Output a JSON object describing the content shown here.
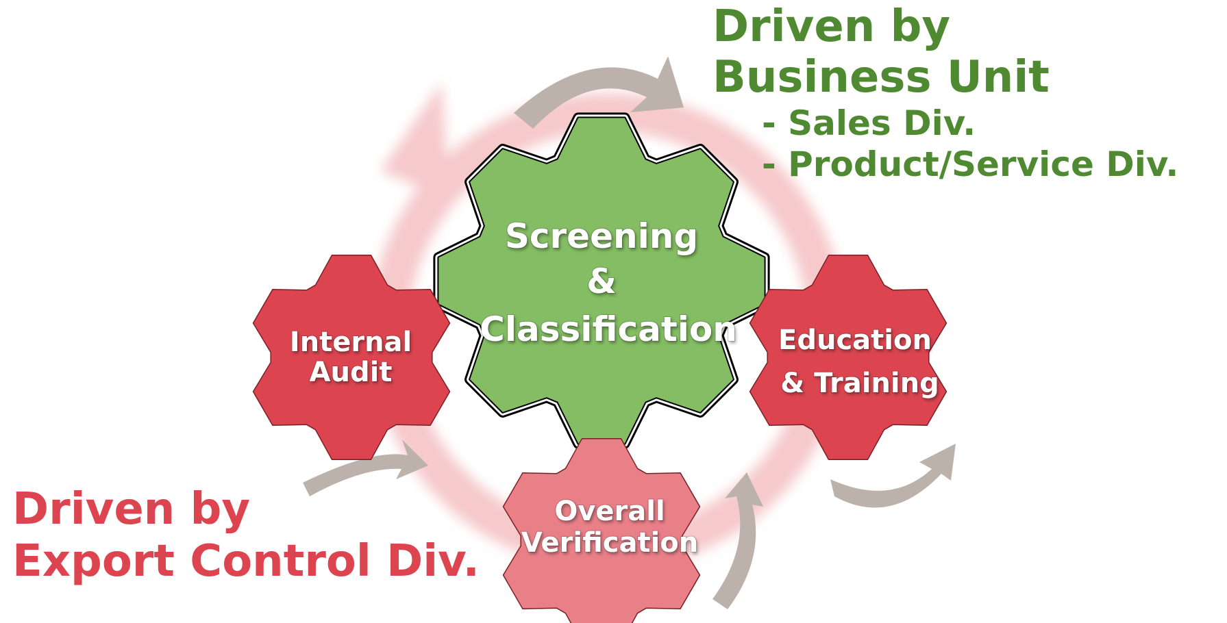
{
  "business_heading": {
    "line1": "Driven by",
    "line2": "Business Unit",
    "item1": "- Sales Div.",
    "item2": "- Product/Service Div."
  },
  "export_heading": {
    "line1": "Driven by",
    "line2": "Export Control Div."
  },
  "gears": {
    "screening": {
      "line1": "Screening",
      "line2": "&",
      "line3": "Classification"
    },
    "internal_audit": {
      "line1": "Internal",
      "line2": "Audit"
    },
    "education": {
      "line1": "Education",
      "line2": "& Training"
    },
    "verification": {
      "line1": "Overall",
      "line2": "Verification"
    }
  },
  "colors": {
    "business_text": "#4f8a32",
    "export_text": "#dc4550",
    "screening_gear": "#84bd63",
    "red_gear": "#dc4550",
    "pink_gear": "#e98088",
    "cycle_ring": "#f3b7ba",
    "flow_arrow": "#bcb2ab"
  }
}
